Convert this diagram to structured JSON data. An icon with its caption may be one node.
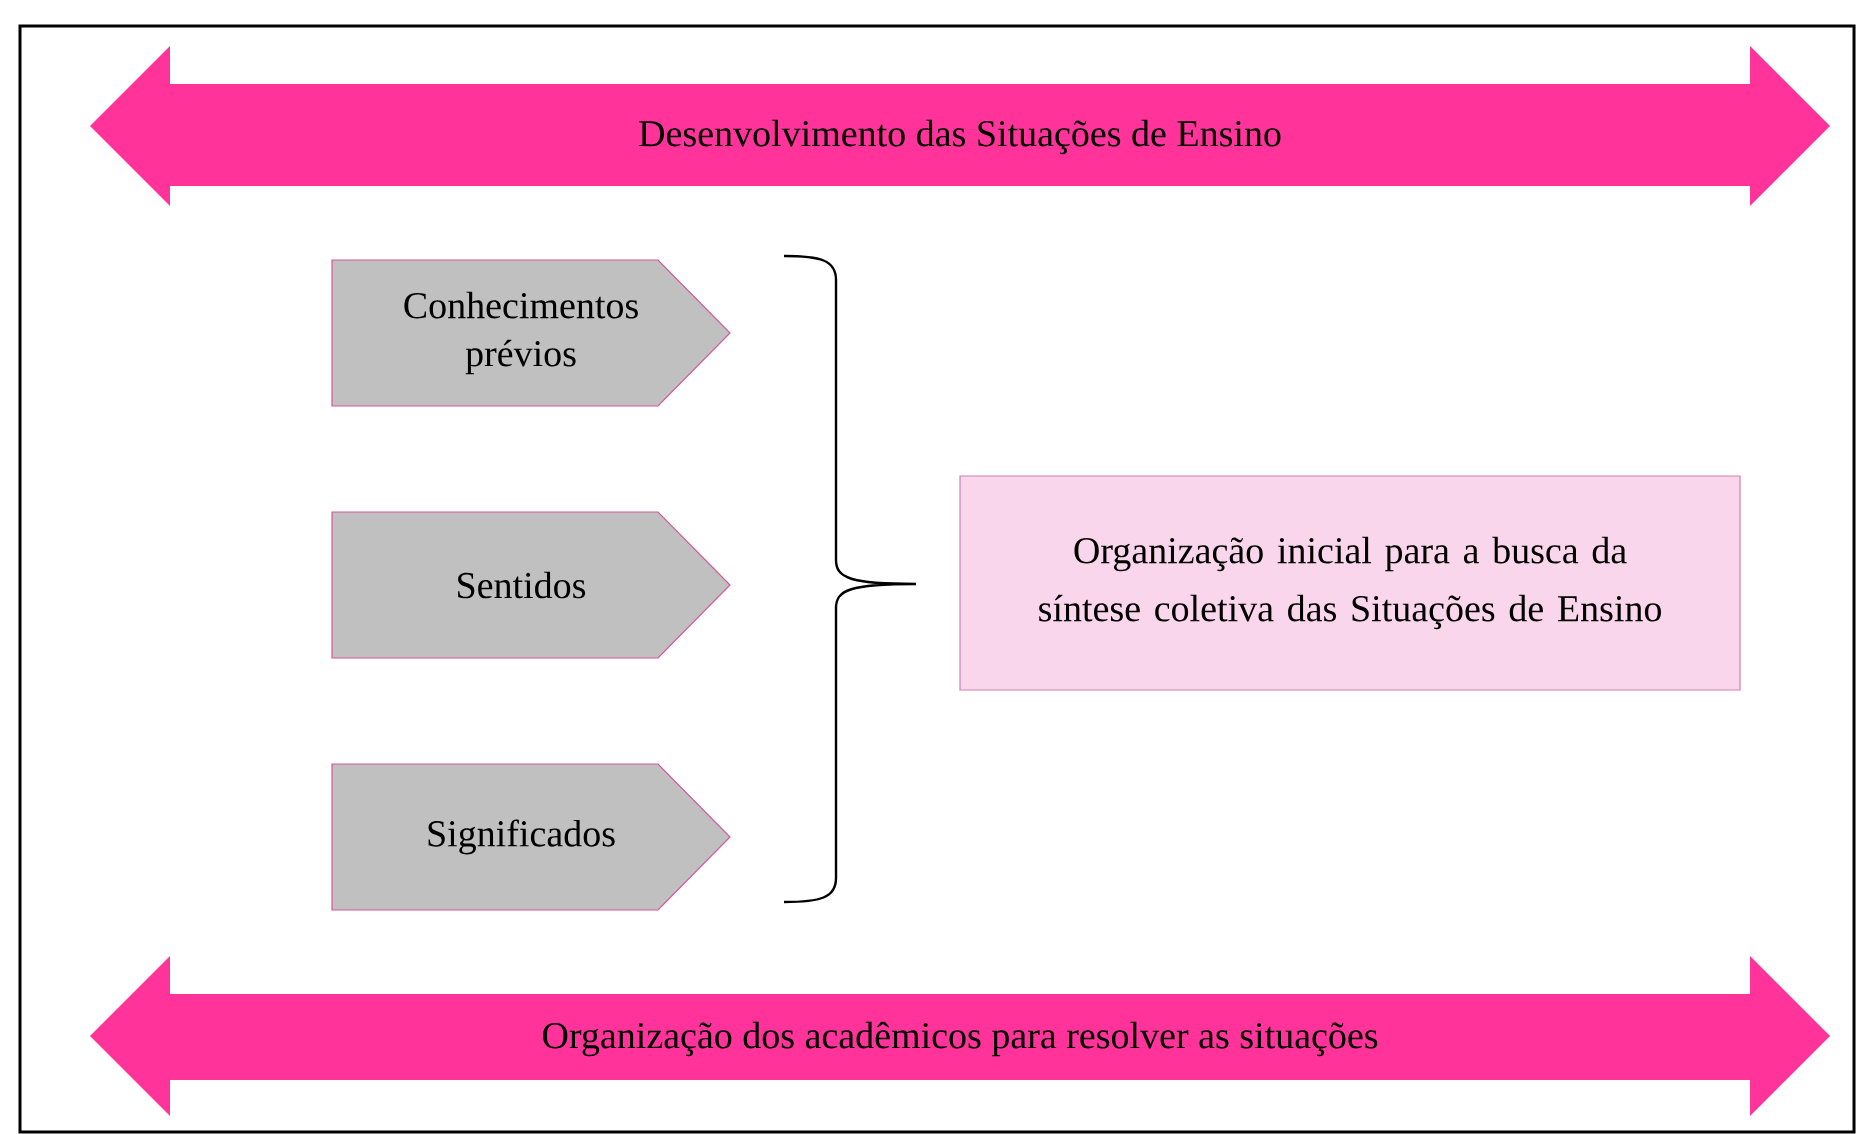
{
  "diagram": {
    "nodes": [
      {
        "text": [
          "Desenvolvimento das Situações de Ensino"
        ]
      },
      {
        "text": [
          "Conhecimentos prévios"
        ]
      },
      {
        "text": [
          "Sentidos"
        ]
      },
      {
        "text": [
          "Significados"
        ]
      },
      {
        "text": [
          "Organização inicial para a busca da síntese coletiva das Situações de Ensino"
        ]
      },
      {
        "text": [
          "Organização dos acadêmicos para resolver as situações"
        ]
      }
    ]
  }
}
